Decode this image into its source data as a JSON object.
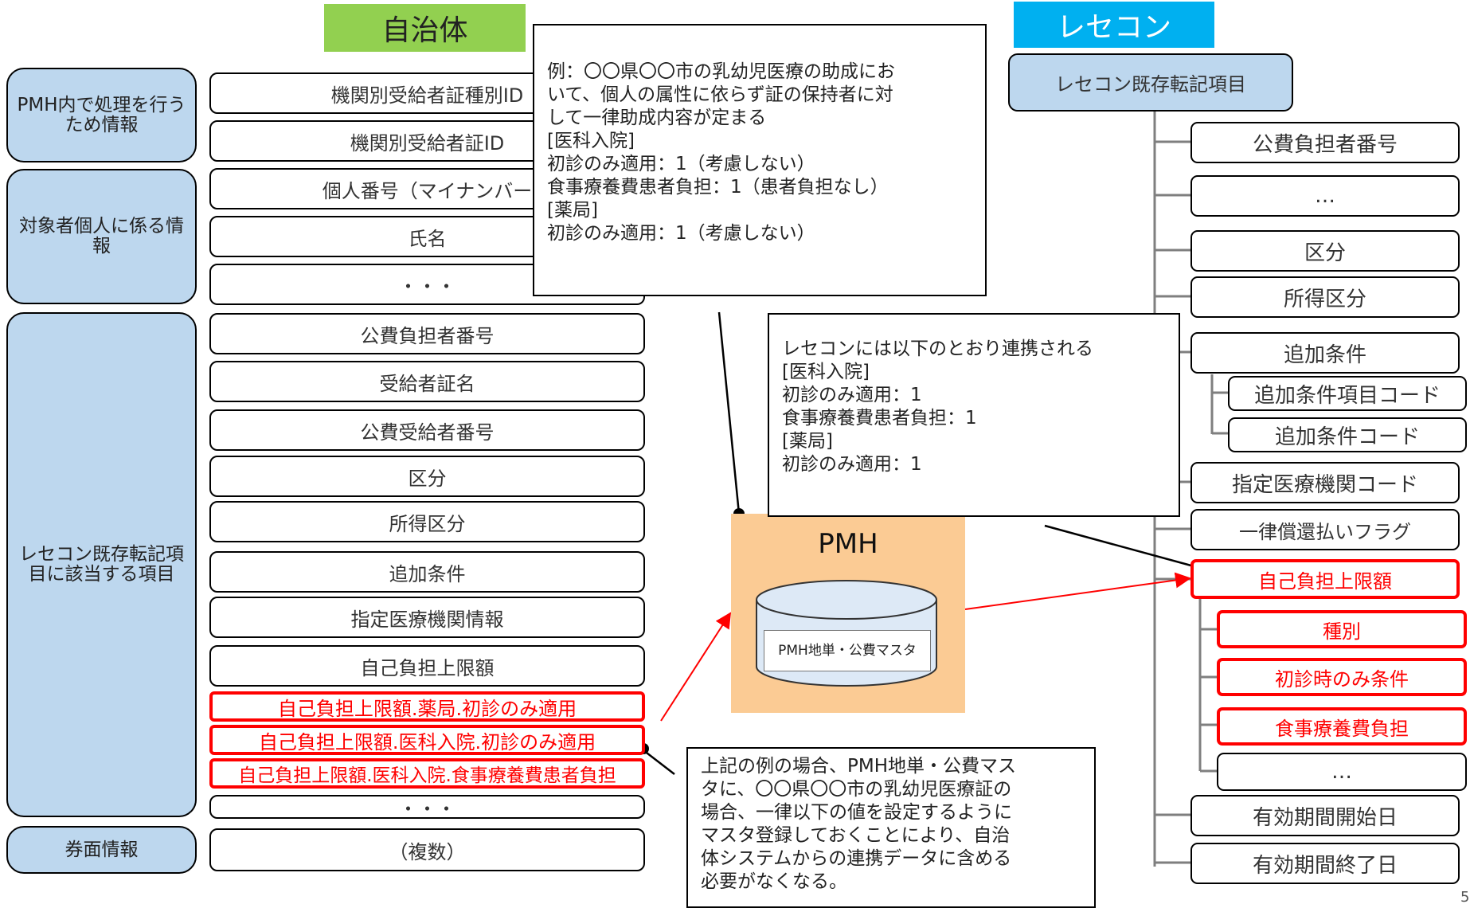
{
  "left": {
    "header": "自治体",
    "header_color": "#92d050",
    "categories": [
      {
        "label": "PMH内で処理を行うため情報"
      },
      {
        "label": "対象者個人に係る情報"
      },
      {
        "label": "レセコン既存転記項目に該当する項目"
      },
      {
        "label": "券面情報"
      }
    ],
    "items": [
      {
        "label": "機関別受給者証種別ID",
        "highlight": false
      },
      {
        "label": "機関別受給者証ID",
        "highlight": false
      },
      {
        "label": "個人番号（マイナンバー",
        "highlight": false
      },
      {
        "label": "氏名",
        "highlight": false
      },
      {
        "label": "・・・",
        "highlight": false
      },
      {
        "label": "公費負担者番号",
        "highlight": false
      },
      {
        "label": "受給者証名",
        "highlight": false
      },
      {
        "label": "公費受給者番号",
        "highlight": false
      },
      {
        "label": "区分",
        "highlight": false
      },
      {
        "label": "所得区分",
        "highlight": false
      },
      {
        "label": "追加条件",
        "highlight": false
      },
      {
        "label": "指定医療機関情報",
        "highlight": false
      },
      {
        "label": "自己負担上限額",
        "highlight": false
      },
      {
        "label": "自己負担上限額.薬局.初診のみ適用",
        "highlight": true
      },
      {
        "label": "自己負担上限額.医科入院.初診のみ適用",
        "highlight": true
      },
      {
        "label": "自己負担上限額.医科入院.食事療養費患者負担",
        "highlight": true
      },
      {
        "label": "・・・",
        "highlight": false
      },
      {
        "label": "（複数）",
        "highlight": false
      }
    ]
  },
  "right": {
    "header": "レセコン",
    "header_color": "#00b0f0",
    "root": "レセコン既存転記項目",
    "items": [
      {
        "label": "公費負担者番号",
        "highlight": false
      },
      {
        "label": "…",
        "highlight": false
      },
      {
        "label": "区分",
        "highlight": false
      },
      {
        "label": "所得区分",
        "highlight": false
      },
      {
        "label": "追加条件",
        "highlight": false
      },
      {
        "label": "追加条件項目コード",
        "highlight": false
      },
      {
        "label": "追加条件コード",
        "highlight": false
      },
      {
        "label": "指定医療機関コード",
        "highlight": false
      },
      {
        "label": "一律償還払いフラグ",
        "highlight": false
      },
      {
        "label": "自己負担上限額",
        "highlight": true
      },
      {
        "label": "種別",
        "highlight": true
      },
      {
        "label": "初診時のみ条件",
        "highlight": true
      },
      {
        "label": "食事療養費負担",
        "highlight": true
      },
      {
        "label": "…",
        "highlight": false
      },
      {
        "label": "有効期間開始日",
        "highlight": false
      },
      {
        "label": "有効期間終了日",
        "highlight": false
      }
    ]
  },
  "pmh": {
    "title": "PMH",
    "db_label": "PMH地単・公費マスタ",
    "fill_color": "#fbcb94"
  },
  "callouts": {
    "example": [
      "例：〇〇県〇〇市の乳幼児医療の助成にお",
      "いて、個人の属性に依らず証の保持者に対",
      "して一律助成内容が定まる",
      "[医科入院]",
      "初診のみ適用：1（考慮しない）",
      "食事療養費患者負担：1（患者負担なし）",
      "[薬局]",
      "初診のみ適用：1（考慮しない）"
    ],
    "rececon": [
      "レセコンには以下のとおり連携される",
      "[医科入院]",
      "初診のみ適用：1",
      "食事療養費患者負担：1",
      "[薬局]",
      "初診のみ適用：1"
    ],
    "note": [
      "上記の例の場合、PMH地単・公費マス",
      "タに、〇〇県〇〇市の乳幼児医療証の",
      "場合、一律以下の値を設定するように",
      "マスタ登録しておくことにより、自治",
      "体システムからの連携データに含める",
      "必要がなくなる。"
    ]
  },
  "page_number": "5",
  "highlight_color": "#ff0000"
}
